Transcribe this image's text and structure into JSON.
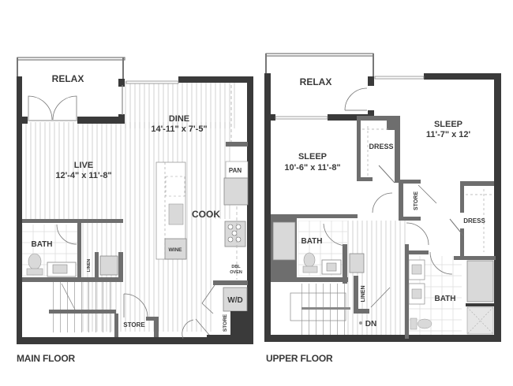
{
  "floors": {
    "main": {
      "label": "MAIN FLOOR",
      "rooms": {
        "relax": {
          "name": "RELAX"
        },
        "dine": {
          "name": "DINE",
          "size": "14'-11\" x 7'-5\""
        },
        "live": {
          "name": "LIVE",
          "size": "12'-4\" x 11'-8\""
        },
        "cook": {
          "name": "COOK"
        },
        "bath": {
          "name": "BATH"
        },
        "store": {
          "name": "STORE"
        },
        "store2": {
          "name": "STORE"
        },
        "linen": {
          "name": "LINEN"
        }
      },
      "fixtures": {
        "pantry": "PAN",
        "wine": "WINE",
        "dbl_oven_1": "DBL",
        "dbl_oven_2": "OVEN",
        "washer_dryer": "W/D"
      }
    },
    "upper": {
      "label": "UPPER FLOOR",
      "rooms": {
        "relax": {
          "name": "RELAX"
        },
        "sleep1": {
          "name": "SLEEP",
          "size": "10'-6\" x 11'-8\""
        },
        "sleep2": {
          "name": "SLEEP",
          "size": "11'-7\" x 12'"
        },
        "dress1": {
          "name": "DRESS"
        },
        "dress2": {
          "name": "DRESS"
        },
        "store": {
          "name": "STORE"
        },
        "bath1": {
          "name": "BATH"
        },
        "bath2": {
          "name": "BATH"
        },
        "linen": {
          "name": "LINEN"
        }
      },
      "stairs_label": "DN"
    }
  },
  "colors": {
    "wall": "#3a3a3a",
    "interior_wall": "#6e6e6e",
    "fixture": "#d9d9d9",
    "floor_line": "#b5b5b5",
    "text": "#3a3a3a"
  }
}
